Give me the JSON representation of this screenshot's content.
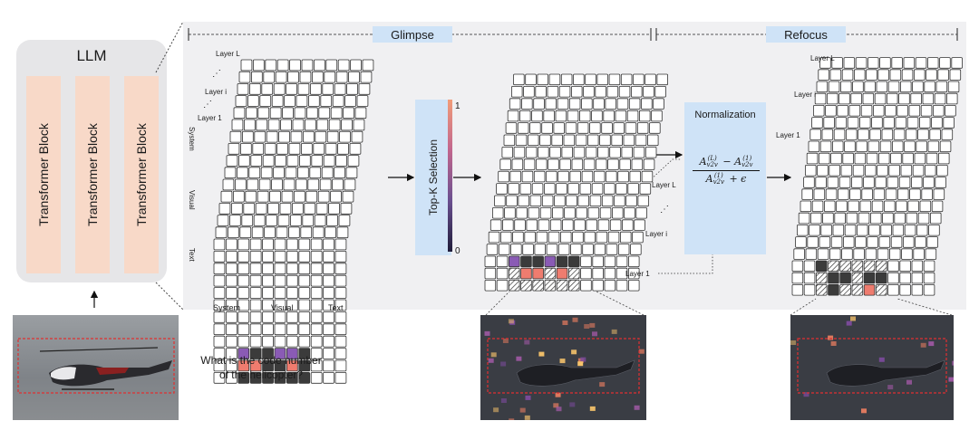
{
  "llm": {
    "title": "LLM",
    "blocks": [
      "Transformer Block",
      "Transformer Block",
      "Transformer Block"
    ]
  },
  "phases": {
    "glimpse": "Glimpse",
    "refocus": "Refocus"
  },
  "stack_left": {
    "layer_labels": {
      "top": "Layer L",
      "mid": "Layer i",
      "bottom": "Layer 1",
      "dots": "⋰"
    },
    "row_labels": {
      "system": "System",
      "visual": "Visual",
      "text": "Text"
    },
    "col_labels": {
      "system": "System",
      "visual": "Visual",
      "text": "Text"
    }
  },
  "topk": {
    "label": "Top-K Selection",
    "max": "1",
    "min": "0"
  },
  "stack_mid": {
    "layer_labels": {
      "top": "Layer L",
      "mid": "Layer i",
      "bottom": "Layer 1",
      "dots": "⋰"
    }
  },
  "normalization": {
    "title": "Normalization",
    "num_a": "A",
    "sup_a": "(L)",
    "sub_a": "v2v",
    "minus": "−",
    "num_b": "A",
    "sup_b": "(1)",
    "sub_b": "v2v",
    "den_a": "A",
    "sup_c": "(1)",
    "sub_c": "v2v",
    "den_rest": "+ ϵ"
  },
  "stack_right": {
    "layer_labels": {
      "top": "Layer L",
      "mid": "Layer i",
      "bottom": "Layer 1"
    }
  },
  "question": {
    "line1": "What is the code number",
    "line2": "of the helicopter?"
  },
  "colors": {
    "phase_bg": "#cfe3f7",
    "block_bg": "#f8d9c8",
    "salmon": "#ef7c6f",
    "purple": "#8a5bb5",
    "dark": "#3b3b3b"
  }
}
